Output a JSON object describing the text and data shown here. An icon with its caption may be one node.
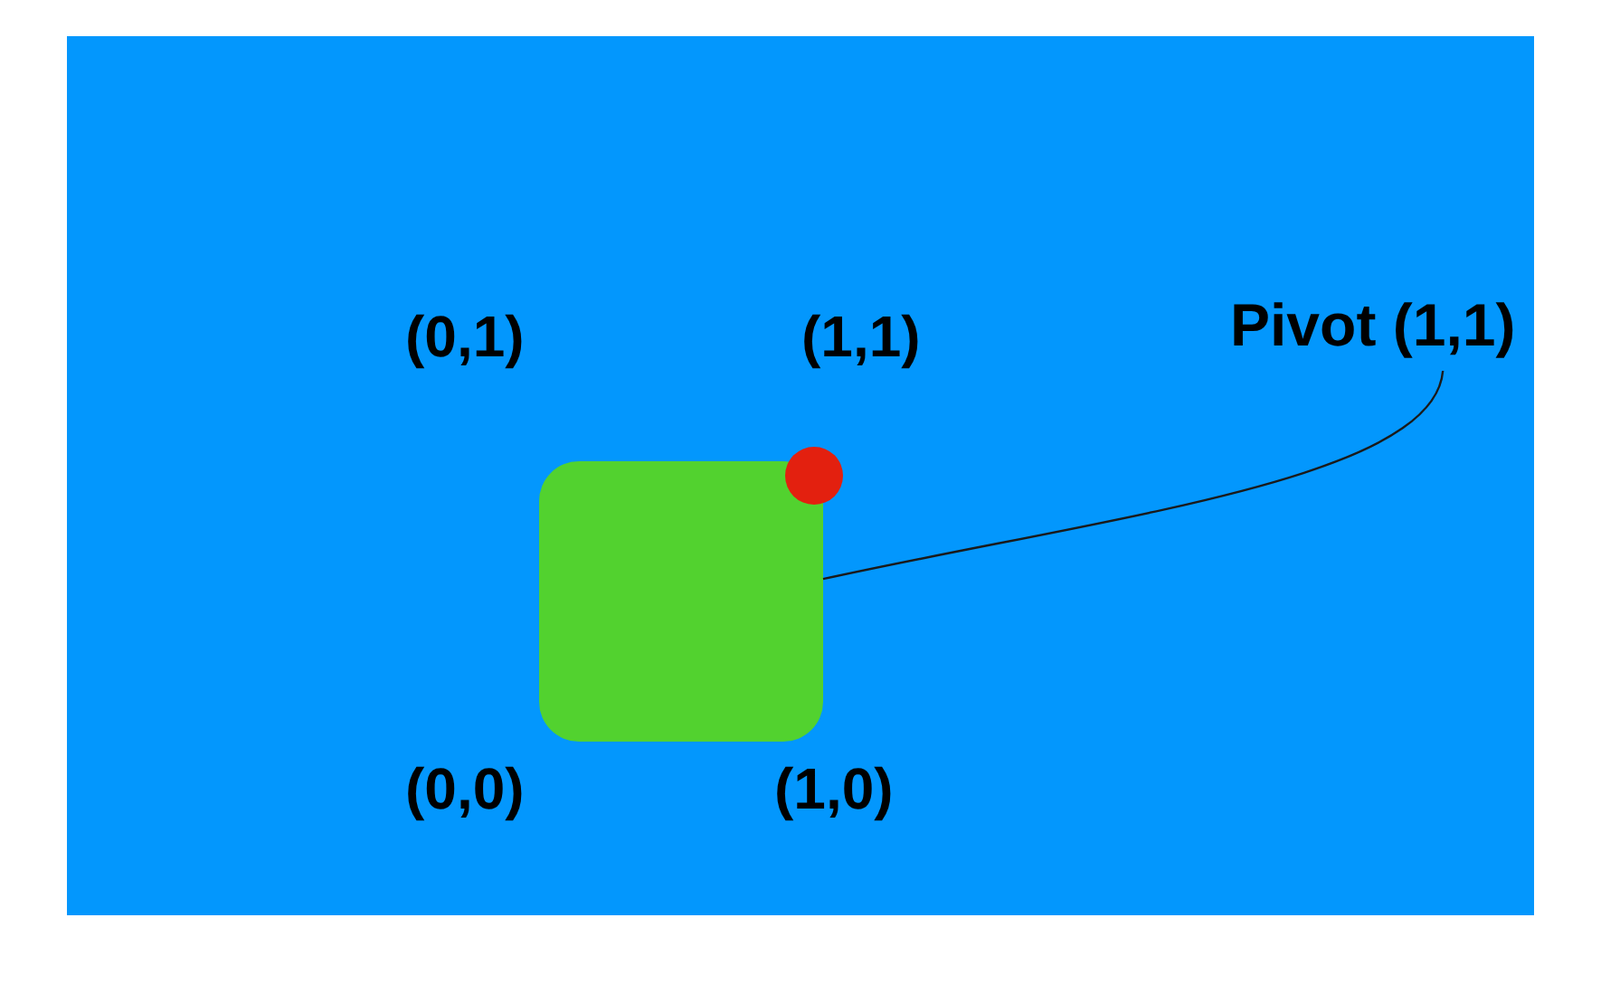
{
  "diagram": {
    "nodes": [
      {
        "text": [
          "Pivot (1,1)"
        ]
      },
      {
        "text": [],
        "shape": "box"
      },
      {
        "text": [],
        "shape": "circle"
      }
    ],
    "edges": [
      {
        "from": 0,
        "to": 1,
        "arrow": "none"
      }
    ],
    "labels": [
      "(0,1)",
      "(1,1)",
      "(0,0)",
      "(1,0)"
    ]
  }
}
